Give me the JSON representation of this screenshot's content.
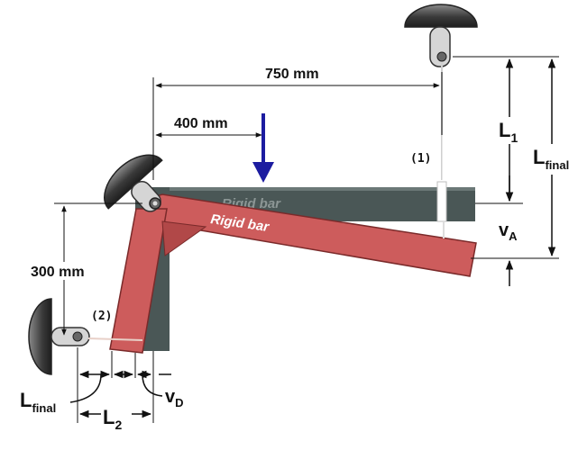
{
  "dimensions": {
    "d750": "750 mm",
    "d400": "400 mm",
    "d300": "300 mm"
  },
  "members": {
    "rod1": "(1)",
    "rod2": "(2)",
    "bar_new": "Rigid bar",
    "bar_old": "Rigid bar"
  },
  "labels": {
    "L1_main": "L",
    "L1_sub": "1",
    "Lfinal_right_main": "L",
    "Lfinal_right_sub": "final",
    "vA_main": "v",
    "vA_sub": "A",
    "Lfinal_left_main": "L",
    "Lfinal_left_sub": "final",
    "L2_main": "L",
    "L2_sub": "2",
    "vD_main": "v",
    "vD_sub": "D"
  },
  "colors": {
    "bar_deformed": "#cd5c5c",
    "bar_original": "#4a5756",
    "load_arrow": "#1c1ca0",
    "support": "#333333"
  }
}
